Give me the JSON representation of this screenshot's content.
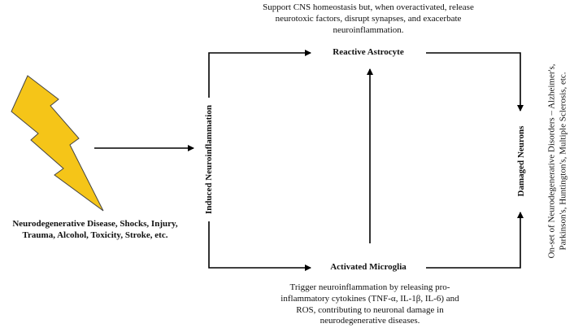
{
  "cause": {
    "label": "Neurodegenerative Disease, Shocks, Injury, Trauma, Alcohol, Toxicity, Stroke, etc.",
    "icon": "lightning-bolt-icon",
    "icon_color": "#F5C518"
  },
  "nodes": {
    "induced": "Induced Neuroinflammation",
    "astrocyte": "Reactive Astrocyte",
    "microglia": "Activated Microglia",
    "damaged": "Damaged Neurons"
  },
  "descriptions": {
    "astrocyte": "Support CNS homeostasis but, when overactivated, release neurotoxic factors, disrupt synapses, and exacerbate neuroinflammation.",
    "microglia": "Trigger neuroinflammation by releasing pro-inflammatory cytokines (TNF-α, IL-1β, IL-6) and ROS, contributing to neuronal damage in neurodegenerative diseases.",
    "outcome": "On-set of Neurodegenerative Disorders – Alzheimer's, Parkinson's, Huntington's, Multiple Sclerosis, etc."
  }
}
